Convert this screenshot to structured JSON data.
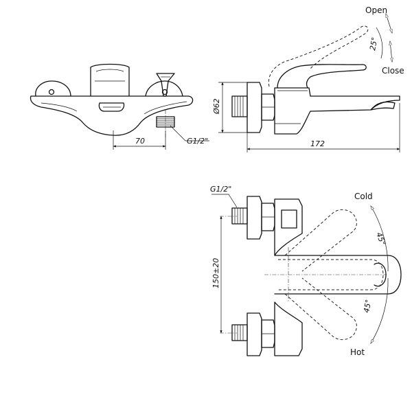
{
  "front_view": {
    "dim_spacing": "70",
    "dim_thread": "G1/2\""
  },
  "side_view": {
    "label_open": "Open",
    "label_close": "Close",
    "dim_angle": "25°",
    "dim_diameter": "Ø62",
    "dim_length": "172"
  },
  "top_view": {
    "dim_thread": "G1/2\"",
    "label_cold": "Cold",
    "label_hot": "Hot",
    "dim_angle_cold": "45°",
    "dim_angle_hot": "45°",
    "dim_spacing": "150±20"
  }
}
